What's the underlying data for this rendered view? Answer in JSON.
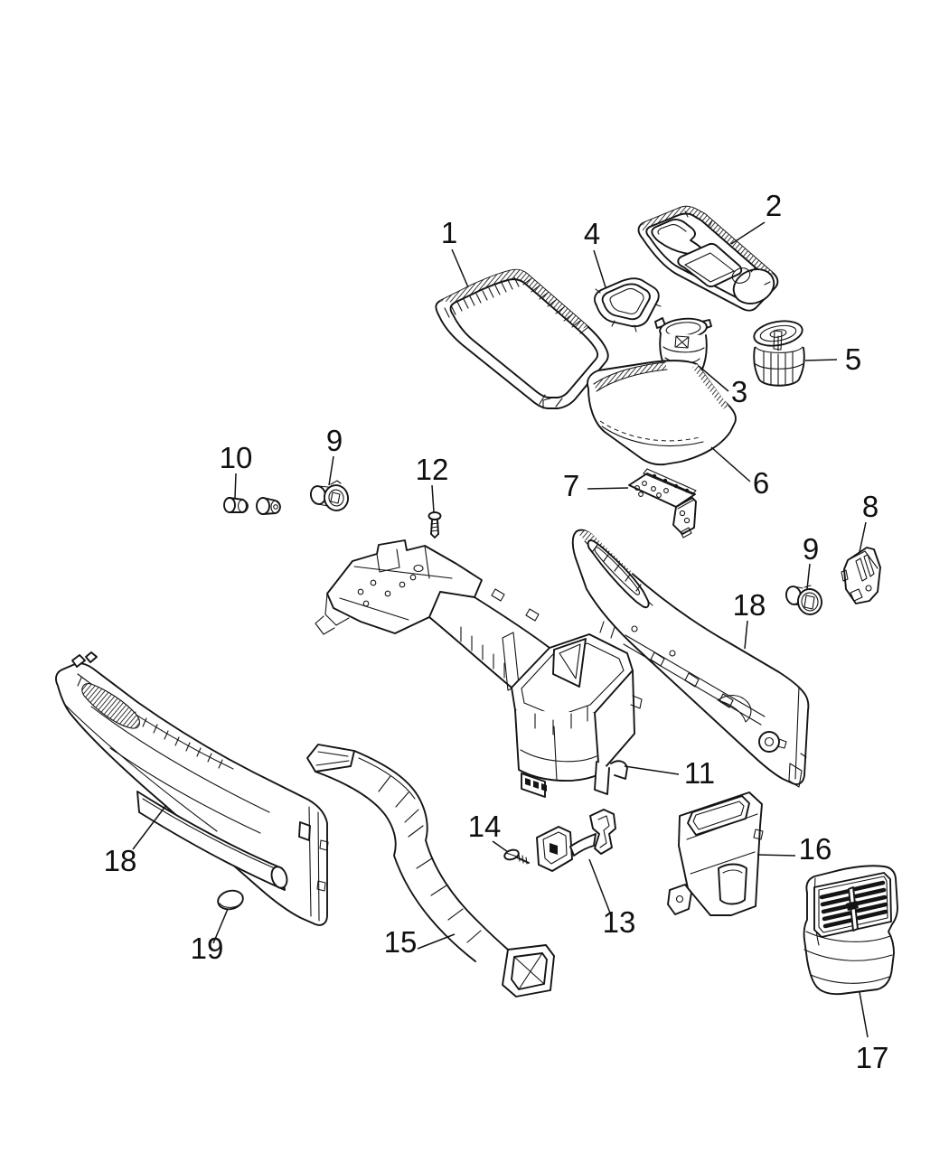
{
  "diagram": {
    "background_color": "#ffffff",
    "line_color": "#141414",
    "callouts": [
      {
        "label": "1"
      },
      {
        "label": "2"
      },
      {
        "label": "4"
      },
      {
        "label": "3"
      },
      {
        "label": "5"
      },
      {
        "label": "6"
      },
      {
        "label": "7"
      },
      {
        "label": "10"
      },
      {
        "label": "9"
      },
      {
        "label": "12"
      },
      {
        "label": "8"
      },
      {
        "label": "9"
      },
      {
        "label": "18"
      },
      {
        "label": "11"
      },
      {
        "label": "18"
      },
      {
        "label": "19"
      },
      {
        "label": "14"
      },
      {
        "label": "13"
      },
      {
        "label": "15"
      },
      {
        "label": "16"
      },
      {
        "label": "17"
      }
    ]
  }
}
